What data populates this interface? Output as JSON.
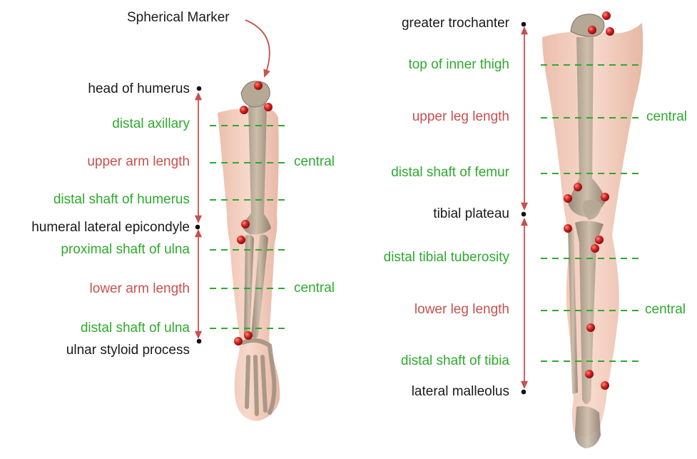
{
  "colors": {
    "landmark": "#1a1a1a",
    "measurement_site": "#2eaa2e",
    "length": "#c8504e",
    "marker": "#d42020",
    "skin": "#f2c4b0",
    "bone": "#a89a88"
  },
  "callout": {
    "label": "Spherical Marker"
  },
  "arm": {
    "landmarks": {
      "head": "head of humerus",
      "elbow": "humeral lateral epicondyle",
      "wrist": "ulnar styloid process"
    },
    "sites": {
      "distal_axillary": "distal axillary",
      "distal_shaft_humerus": "distal shaft of humerus",
      "proximal_shaft_ulna": "proximal shaft of ulna",
      "distal_shaft_ulna": "distal shaft of ulna"
    },
    "lengths": {
      "upper": "upper arm length",
      "lower": "lower arm length"
    },
    "central_upper": "central",
    "central_lower": "central"
  },
  "leg": {
    "landmarks": {
      "trochanter": "greater trochanter",
      "plateau": "tibial plateau",
      "malleolus": "lateral malleolus"
    },
    "sites": {
      "inner_thigh": "top of inner thigh",
      "distal_shaft_femur": "distal shaft of femur",
      "tibial_tuberosity": "distal tibial tuberosity",
      "distal_shaft_tibia": "distal shaft of tibia"
    },
    "lengths": {
      "upper": "upper leg length",
      "lower": "lower leg length"
    },
    "central_upper": "central",
    "central_lower": "central"
  }
}
